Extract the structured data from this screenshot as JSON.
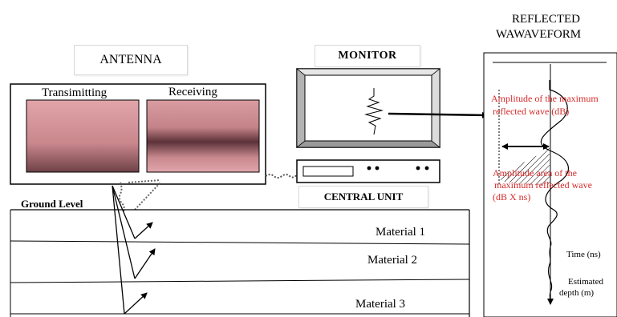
{
  "antenna": {
    "title": "ANTENNA",
    "transmitting_label": "Transimitting",
    "receiving_label": "Receiving"
  },
  "monitor": {
    "title": "MONITOR"
  },
  "central_unit": {
    "title": "CENTRAL UNIT"
  },
  "ground": {
    "label": "Ground Level",
    "materials": [
      "Material 1",
      "Material 2",
      "Material 3"
    ]
  },
  "waveform": {
    "title_line1": "REFLECTED",
    "title_line2": "WAWAVEFORM",
    "amplitude_line1": "Amplitude of the maximum",
    "amplitude_line2": "reflected wave (dB)",
    "area_line1": "Amplitude area of the",
    "area_line2": "maximum reflected wave",
    "area_line3": "(dB X ns)",
    "time_label": "Time (ns)",
    "depth_line1": "Estimated",
    "depth_line2": "depth (m)"
  },
  "colors": {
    "panel_pink": "#dd9ea3",
    "panel_dark": "#6a3f45",
    "annotation_red": "#d62a2a",
    "monitor_gray": "#c9c9c9"
  }
}
